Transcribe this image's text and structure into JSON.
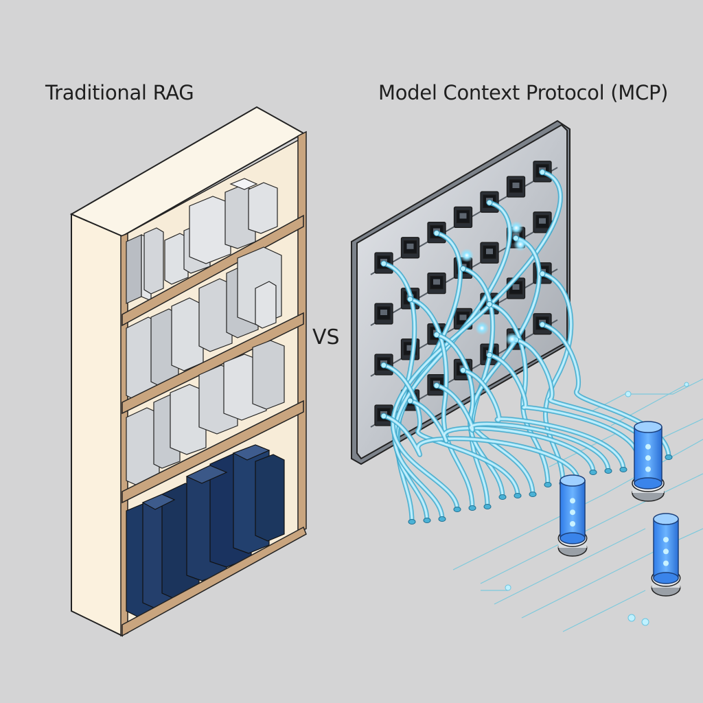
{
  "diagram": {
    "left_title": "Traditional RAG",
    "right_title": "Model Context Protocol (MCP)",
    "separator": "VS"
  },
  "colors": {
    "background": "#d4d4d5",
    "shelf_wood": "#c9a57f",
    "shelf_front": "#fbf1de",
    "book_grey": "#c9ccd1",
    "book_navy": "#1e3a66",
    "panel": "#c2c6cc",
    "cable": "#7fd3ef",
    "cylinder": "#3f8df2"
  },
  "icons": [
    "bookshelf-icon",
    "patch-panel-icon",
    "cable-icon",
    "database-cylinder-icon"
  ]
}
